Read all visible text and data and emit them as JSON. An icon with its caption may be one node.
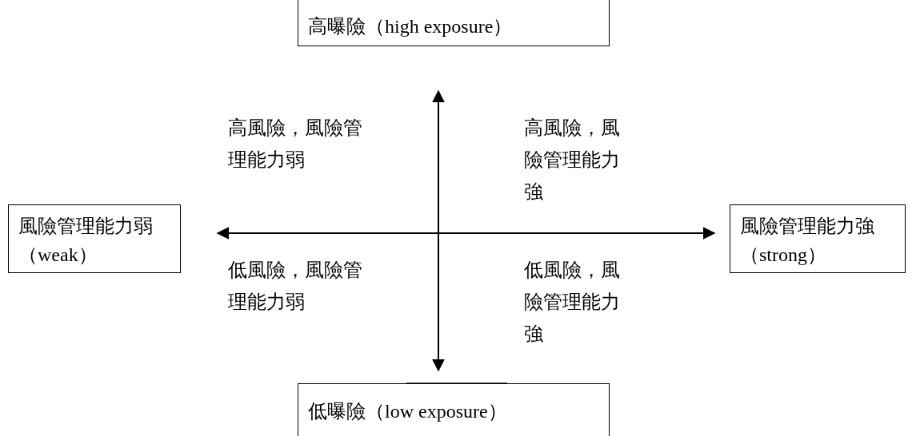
{
  "diagram": {
    "nodes": [
      {
        "text": [
          "高曝險（high exposure）"
        ]
      },
      {
        "text": [
          "風險管理能力弱（weak）"
        ]
      },
      {
        "text": [
          "風險管理能力強（strong）"
        ]
      },
      {
        "text": [
          "低曝險（low exposure）"
        ]
      }
    ],
    "labels": [
      "高風險，風險管理能力弱",
      "高風險，風險管理能力強",
      "低風險，風險管理能力弱",
      "低風險，風險管理能力強"
    ]
  }
}
